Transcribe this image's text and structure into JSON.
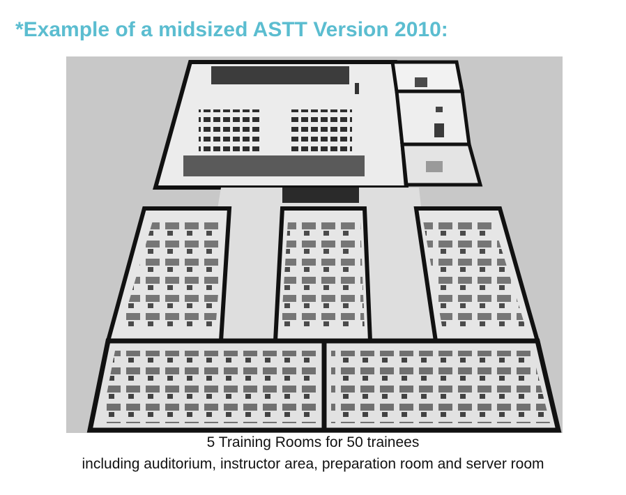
{
  "document": {
    "title": "*Example of a midsized ASTT Version 2010:",
    "caption_line1": "5 Training Rooms for 50 trainees",
    "caption_line2": "including auditorium, instructor area, preparation room and server room"
  },
  "colors": {
    "title": "#5bbdd0",
    "caption": "#111111",
    "floor": "#e9e9e9",
    "wall": "#111111",
    "backdrop": "#c8c8c8"
  },
  "figure": {
    "type": "3d-floor-plan-render",
    "rooms": [
      {
        "id": "auditorium"
      },
      {
        "id": "server-room"
      },
      {
        "id": "preparation-room"
      },
      {
        "id": "instructor-area"
      },
      {
        "id": "training-room-1"
      },
      {
        "id": "training-room-2"
      },
      {
        "id": "training-room-3"
      },
      {
        "id": "training-room-4"
      },
      {
        "id": "training-room-5"
      }
    ]
  }
}
